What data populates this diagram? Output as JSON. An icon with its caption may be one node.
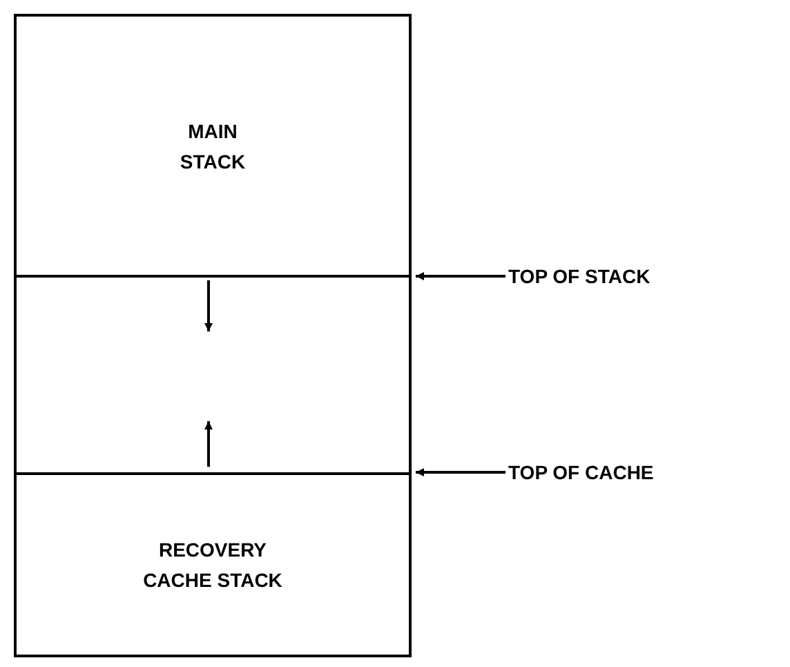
{
  "diagram": {
    "nodes": [
      {
        "text": [
          "MAIN STACK"
        ]
      },
      {
        "text": [],
        "shape": "box"
      },
      {
        "text": [
          "RECOVERY CACHE STACK"
        ]
      },
      {
        "text": [
          "TOP OF STACK"
        ]
      },
      {
        "text": [
          "TOP OF CACHE"
        ]
      }
    ],
    "edges": [
      {
        "from": 3,
        "to": 1,
        "arrow": "to"
      },
      {
        "from": 4,
        "to": 2,
        "arrow": "to"
      }
    ]
  }
}
